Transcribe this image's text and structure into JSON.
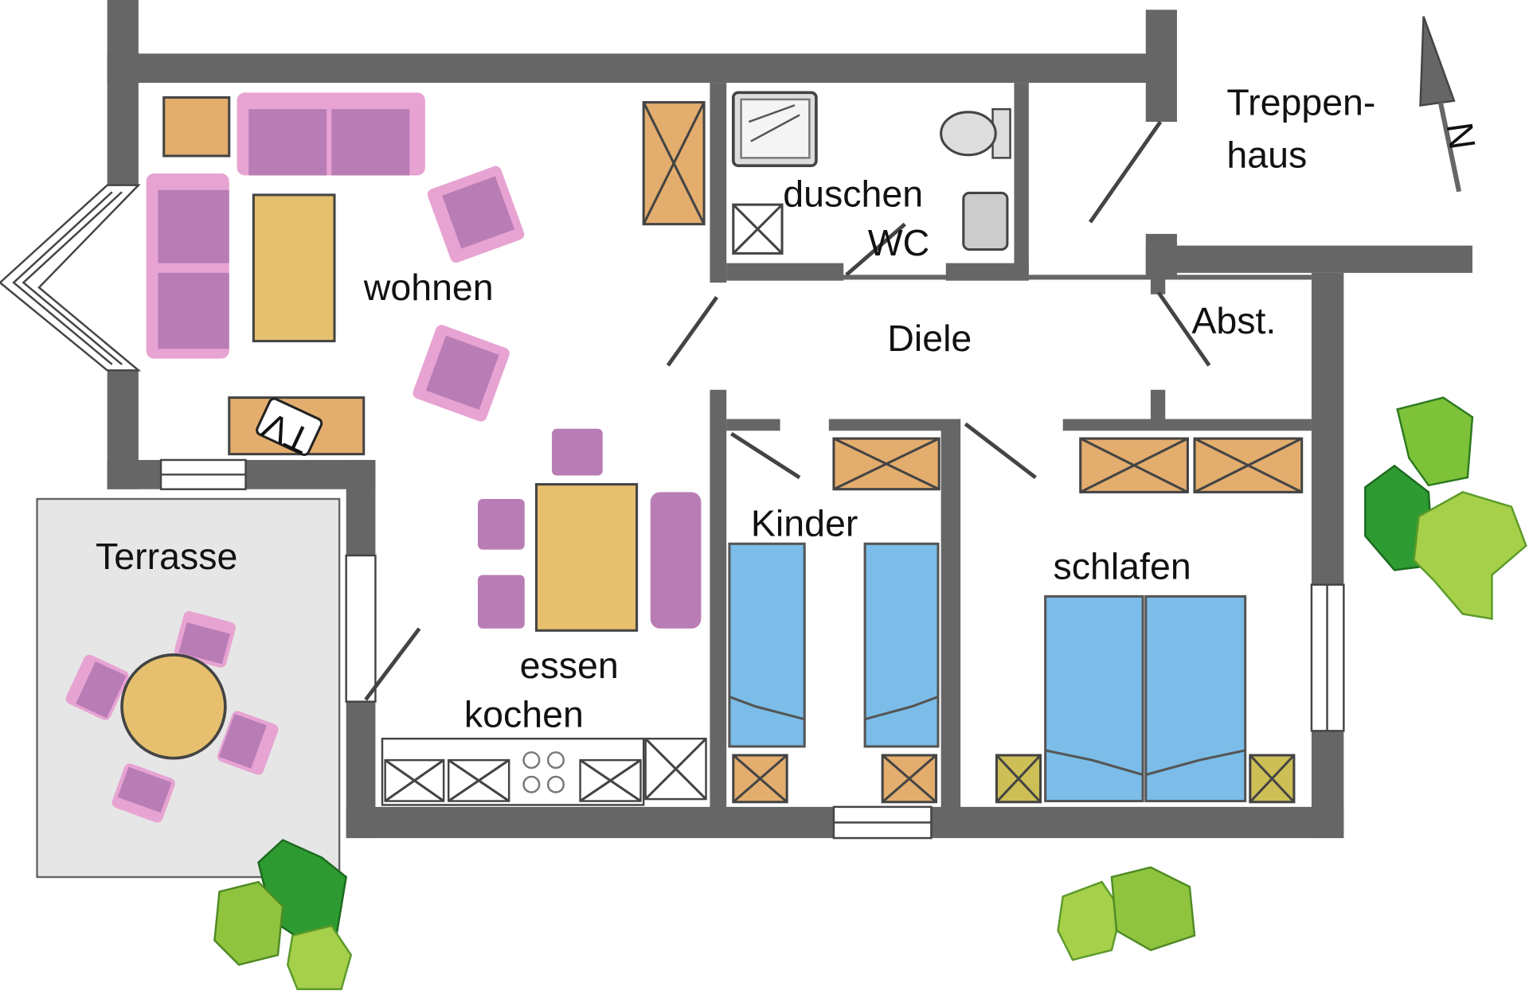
{
  "rooms": {
    "wohnen": "wohnen",
    "duschen": "duschen",
    "wc": "WC",
    "treppenhaus_1": "Treppen-",
    "treppenhaus_2": "haus",
    "diele": "Diele",
    "abst": "Abst.",
    "terrasse": "Terrasse",
    "kinder": "Kinder",
    "schlafen": "schlafen",
    "essen": "essen",
    "kochen": "kochen"
  },
  "tv_label": "TV",
  "compass_label": "N",
  "colors": {
    "wall": "#666666",
    "sofa": "#b97db6",
    "table": "#e6c06e",
    "bed": "#7bbde8",
    "terrace": "#e6e6e6"
  }
}
